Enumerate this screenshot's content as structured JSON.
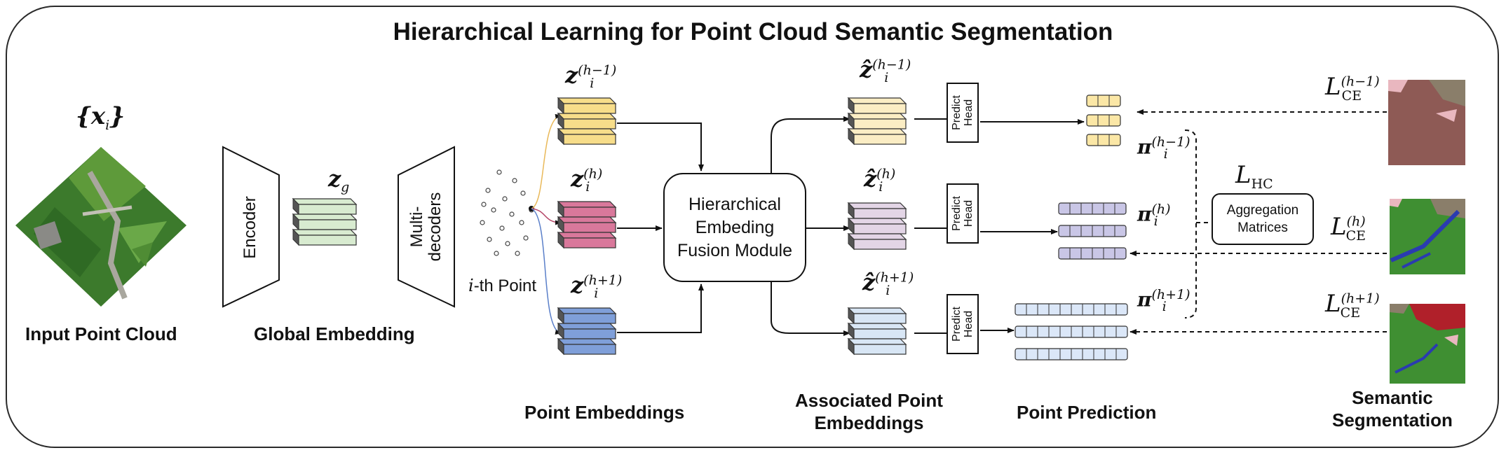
{
  "title": "Hierarchical Learning for Point Cloud Semantic Segmentation",
  "input": {
    "symbol": "{x",
    "symbol_sub": "i",
    "symbol_close": "}",
    "caption": "Input Point Cloud"
  },
  "encoder": {
    "label": "Encoder"
  },
  "global": {
    "symbol": "z",
    "symbol_sub": "g",
    "caption": "Global Embedding"
  },
  "decoder": {
    "label_line1": "Multi-",
    "label_line2": "decoders"
  },
  "ith_point": {
    "prefix": "i",
    "label": "-th Point"
  },
  "point_embeddings": {
    "caption": "Point Embeddings",
    "levels": [
      {
        "symbol": "z",
        "sub": "i",
        "sup": "(h−1)",
        "color": "#f7dd8a"
      },
      {
        "symbol": "z",
        "sub": "i",
        "sup": "(h)",
        "color": "#d9789b"
      },
      {
        "symbol": "z",
        "sub": "i",
        "sup": "(h+1)",
        "color": "#7f9fd9"
      }
    ]
  },
  "fusion": {
    "line1": "Hierarchical",
    "line2": "Embeding",
    "line3": "Fusion Module"
  },
  "associated": {
    "caption_line1": "Associated Point",
    "caption_line2": "Embeddings",
    "levels": [
      {
        "symbol": "ẑ",
        "sub": "i",
        "sup": "(h−1)",
        "color": "#fbedc4"
      },
      {
        "symbol": "ẑ",
        "sub": "i",
        "sup": "(h)",
        "color": "#e3d5e6"
      },
      {
        "symbol": "ẑ",
        "sub": "i",
        "sup": "(h+1)",
        "color": "#d8e6f5"
      }
    ]
  },
  "predict_head": {
    "line1": "Predict",
    "line2": "Head"
  },
  "prediction": {
    "caption": "Point Prediction",
    "levels": [
      {
        "symbol": "π",
        "sub": "i",
        "sup": "(h−1)",
        "color": "#fbe7a6"
      },
      {
        "symbol": "π",
        "sub": "i",
        "sup": "(h)",
        "color": "#c9c6e6"
      },
      {
        "symbol": "π",
        "sub": "i",
        "sup": "(h+1)",
        "color": "#dbe7f8"
      }
    ]
  },
  "aggregation": {
    "line1": "Aggregation",
    "line2": "Matrices",
    "loss": "L",
    "loss_sub": "HC"
  },
  "losses": [
    {
      "symbol": "L",
      "sub": "CE",
      "sup": "(h−1)"
    },
    {
      "symbol": "L",
      "sub": "CE",
      "sup": "(h)"
    },
    {
      "symbol": "L",
      "sub": "CE",
      "sup": "(h+1)"
    }
  ],
  "segmentation": {
    "caption_line1": "Semantic",
    "caption_line2": "Segmentation"
  },
  "colors": {
    "global_embedding": "#d8ebd0",
    "seg_brown": "#8e5a55",
    "seg_green": "#3f8f32",
    "seg_blue": "#2a3bb0",
    "seg_red": "#b0202a",
    "seg_gray": "#8a7e6a",
    "seg_pink": "#e9b7bf"
  }
}
